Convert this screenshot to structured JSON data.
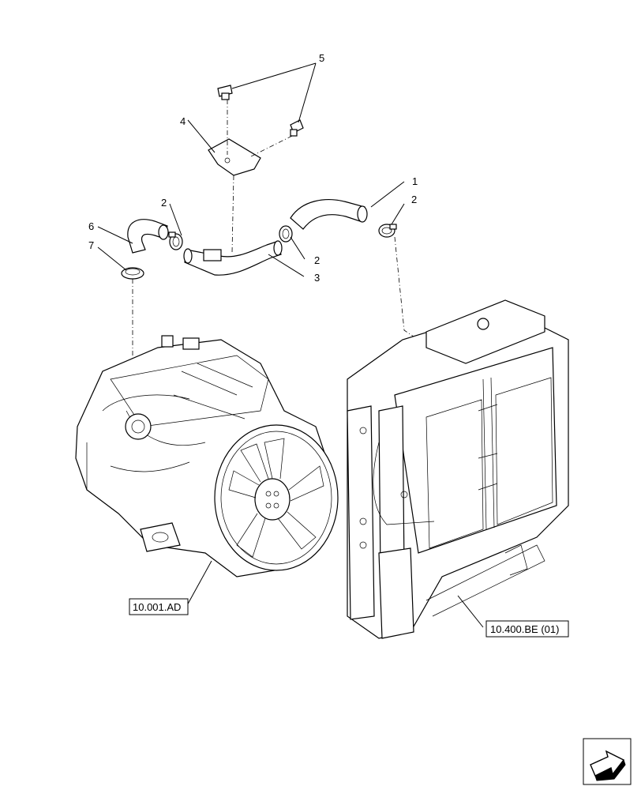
{
  "callouts": {
    "c1": "1",
    "c2a": "2",
    "c2b": "2",
    "c2c": "2",
    "c3": "3",
    "c4": "4",
    "c5": "5",
    "c6": "6",
    "c7": "7"
  },
  "references": {
    "engine": "10.001.AD",
    "radiator": "10.400.BE (01)"
  },
  "nav_icon": "next-page-arrow-icon"
}
